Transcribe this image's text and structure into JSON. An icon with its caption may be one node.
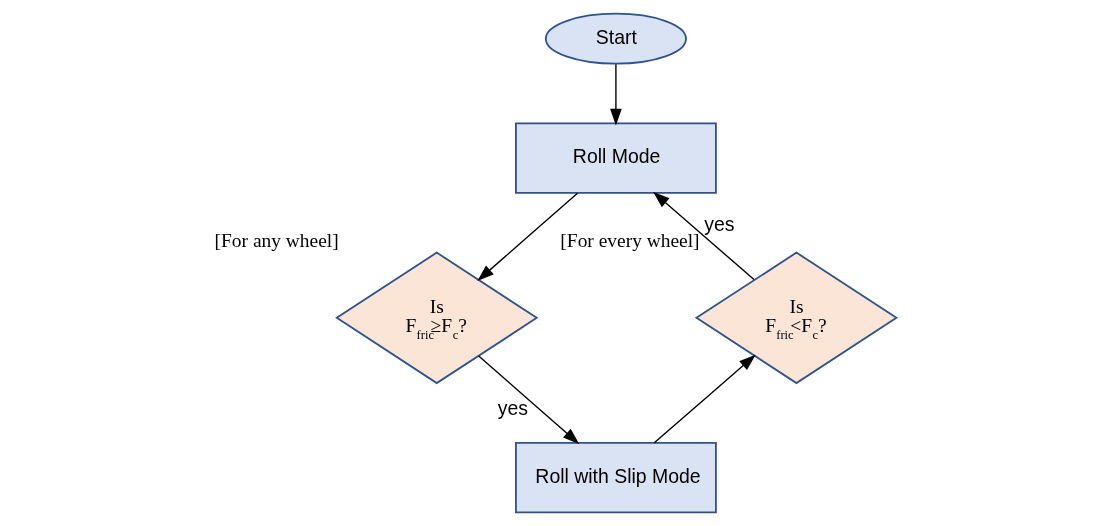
{
  "diagram": {
    "nodes": [
      {
        "text": [
          "Start"
        ]
      },
      {
        "text": [
          "Roll Mode"
        ]
      },
      {
        "text": [
          "Is F$_{fric}$≥F$_{c}$?"
        ],
        "beside": [
          "[For any wheel]"
        ]
      },
      {
        "text": [
          "Roll with Slip Mode"
        ]
      },
      {
        "text": [
          "Is F$_{fric}$<F$_{c}$?"
        ],
        "beside": [
          "[For every wheel]"
        ]
      }
    ],
    "edges": [
      {
        "from": 0,
        "to": 1,
        "arrow": "to"
      },
      {
        "from": 1,
        "to": 2,
        "arrow": "to"
      },
      {
        "from": 2,
        "to": 3,
        "arrow": "to",
        "label": "yes"
      },
      {
        "from": 3,
        "to": 4,
        "arrow": "to"
      },
      {
        "from": 4,
        "to": 1,
        "arrow": "to",
        "label": "yes"
      }
    ]
  }
}
